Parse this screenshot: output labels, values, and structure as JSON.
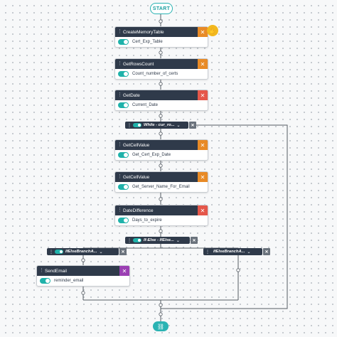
{
  "flow": {
    "start_label": "START",
    "nodes": [
      {
        "title": "CreateMemoryTable",
        "value": "Cert_Exp_Table",
        "badge_color": "#e88a26"
      },
      {
        "title": "GetRowsCount",
        "value": "Count_number_of_certs",
        "badge_color": "#e88a26"
      },
      {
        "title": "GetDate",
        "value": "Current_Date",
        "badge_color": "#e5574a"
      },
      {
        "title": "GetCellValue",
        "value": "Get_Cert_Exp_Date",
        "badge_color": "#e88a26"
      },
      {
        "title": "GetCellValue",
        "value": "Get_Server_Name_For_Email",
        "badge_color": "#e88a26"
      },
      {
        "title": "DateDifference",
        "value": "Days_to_expire",
        "badge_color": "#e5574a"
      },
      {
        "title": "SendEmail",
        "value": "reminder_email",
        "badge_color": "#9b3fb3"
      }
    ],
    "while_label": "While - cur_ro...",
    "ifelse_label": "If-Else - IfElse...",
    "branch_left_label": "IfElseBranchA...",
    "branch_right_label": "IfElseBranchA..."
  },
  "icons": {
    "tool": "crossed-tools-icon",
    "close": "close-icon",
    "grip": "grip-dots-icon",
    "chevron": "chevron-down-icon",
    "hand": "hand-icon",
    "end": "link-icon"
  },
  "colors": {
    "header": "#2f3a4a",
    "accent": "#2ab3b3",
    "toggle": "#1fb2aa",
    "orange": "#e88a26",
    "red": "#e5574a",
    "purple": "#9b3fb3",
    "hand": "#f2b81e"
  }
}
